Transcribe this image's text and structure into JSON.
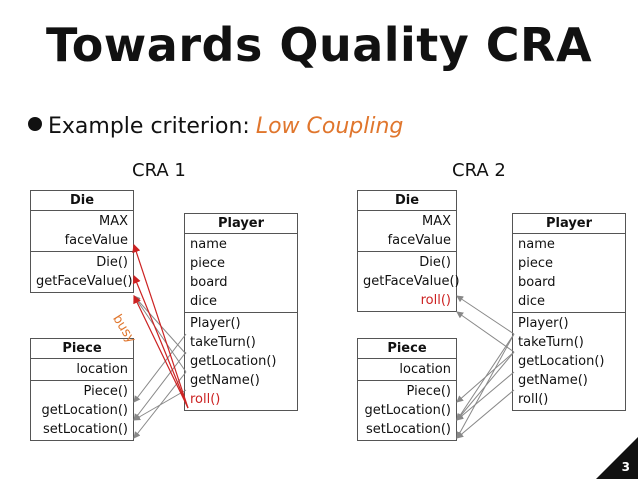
{
  "slide": {
    "title": "Towards Quality CRA",
    "bullet_label": "Example criterion:",
    "bullet_value": "Low Coupling",
    "page_number": "3",
    "accent_color": "#e0762d",
    "link_color_red": "#cc2222"
  },
  "cra1": {
    "label": "CRA 1",
    "die": {
      "name": "Die",
      "attributes": [
        "MAX",
        "faceValue"
      ],
      "methods": [
        "Die()",
        "getFaceValue()"
      ]
    },
    "piece": {
      "name": "Piece",
      "attributes": [
        "location"
      ],
      "methods": [
        "Piece()",
        "getLocation()",
        "setLocation()"
      ]
    },
    "player": {
      "name": "Player",
      "attributes": [
        "name",
        "piece",
        "board",
        "dice"
      ],
      "methods": [
        "Player()",
        "takeTurn()",
        "getLocation()",
        "getName()",
        "roll()"
      ]
    },
    "annotation": "busy"
  },
  "cra2": {
    "label": "CRA 2",
    "die": {
      "name": "Die",
      "attributes": [
        "MAX",
        "faceValue"
      ],
      "methods": [
        "Die()",
        "getFaceValue()",
        "roll()"
      ]
    },
    "piece": {
      "name": "Piece",
      "attributes": [
        "location"
      ],
      "methods": [
        "Piece()",
        "getLocation()",
        "setLocation()"
      ]
    },
    "player": {
      "name": "Player",
      "attributes": [
        "name",
        "piece",
        "board",
        "dice"
      ],
      "methods": [
        "Player()",
        "takeTurn()",
        "getLocation()",
        "getName()",
        "roll()"
      ]
    }
  }
}
